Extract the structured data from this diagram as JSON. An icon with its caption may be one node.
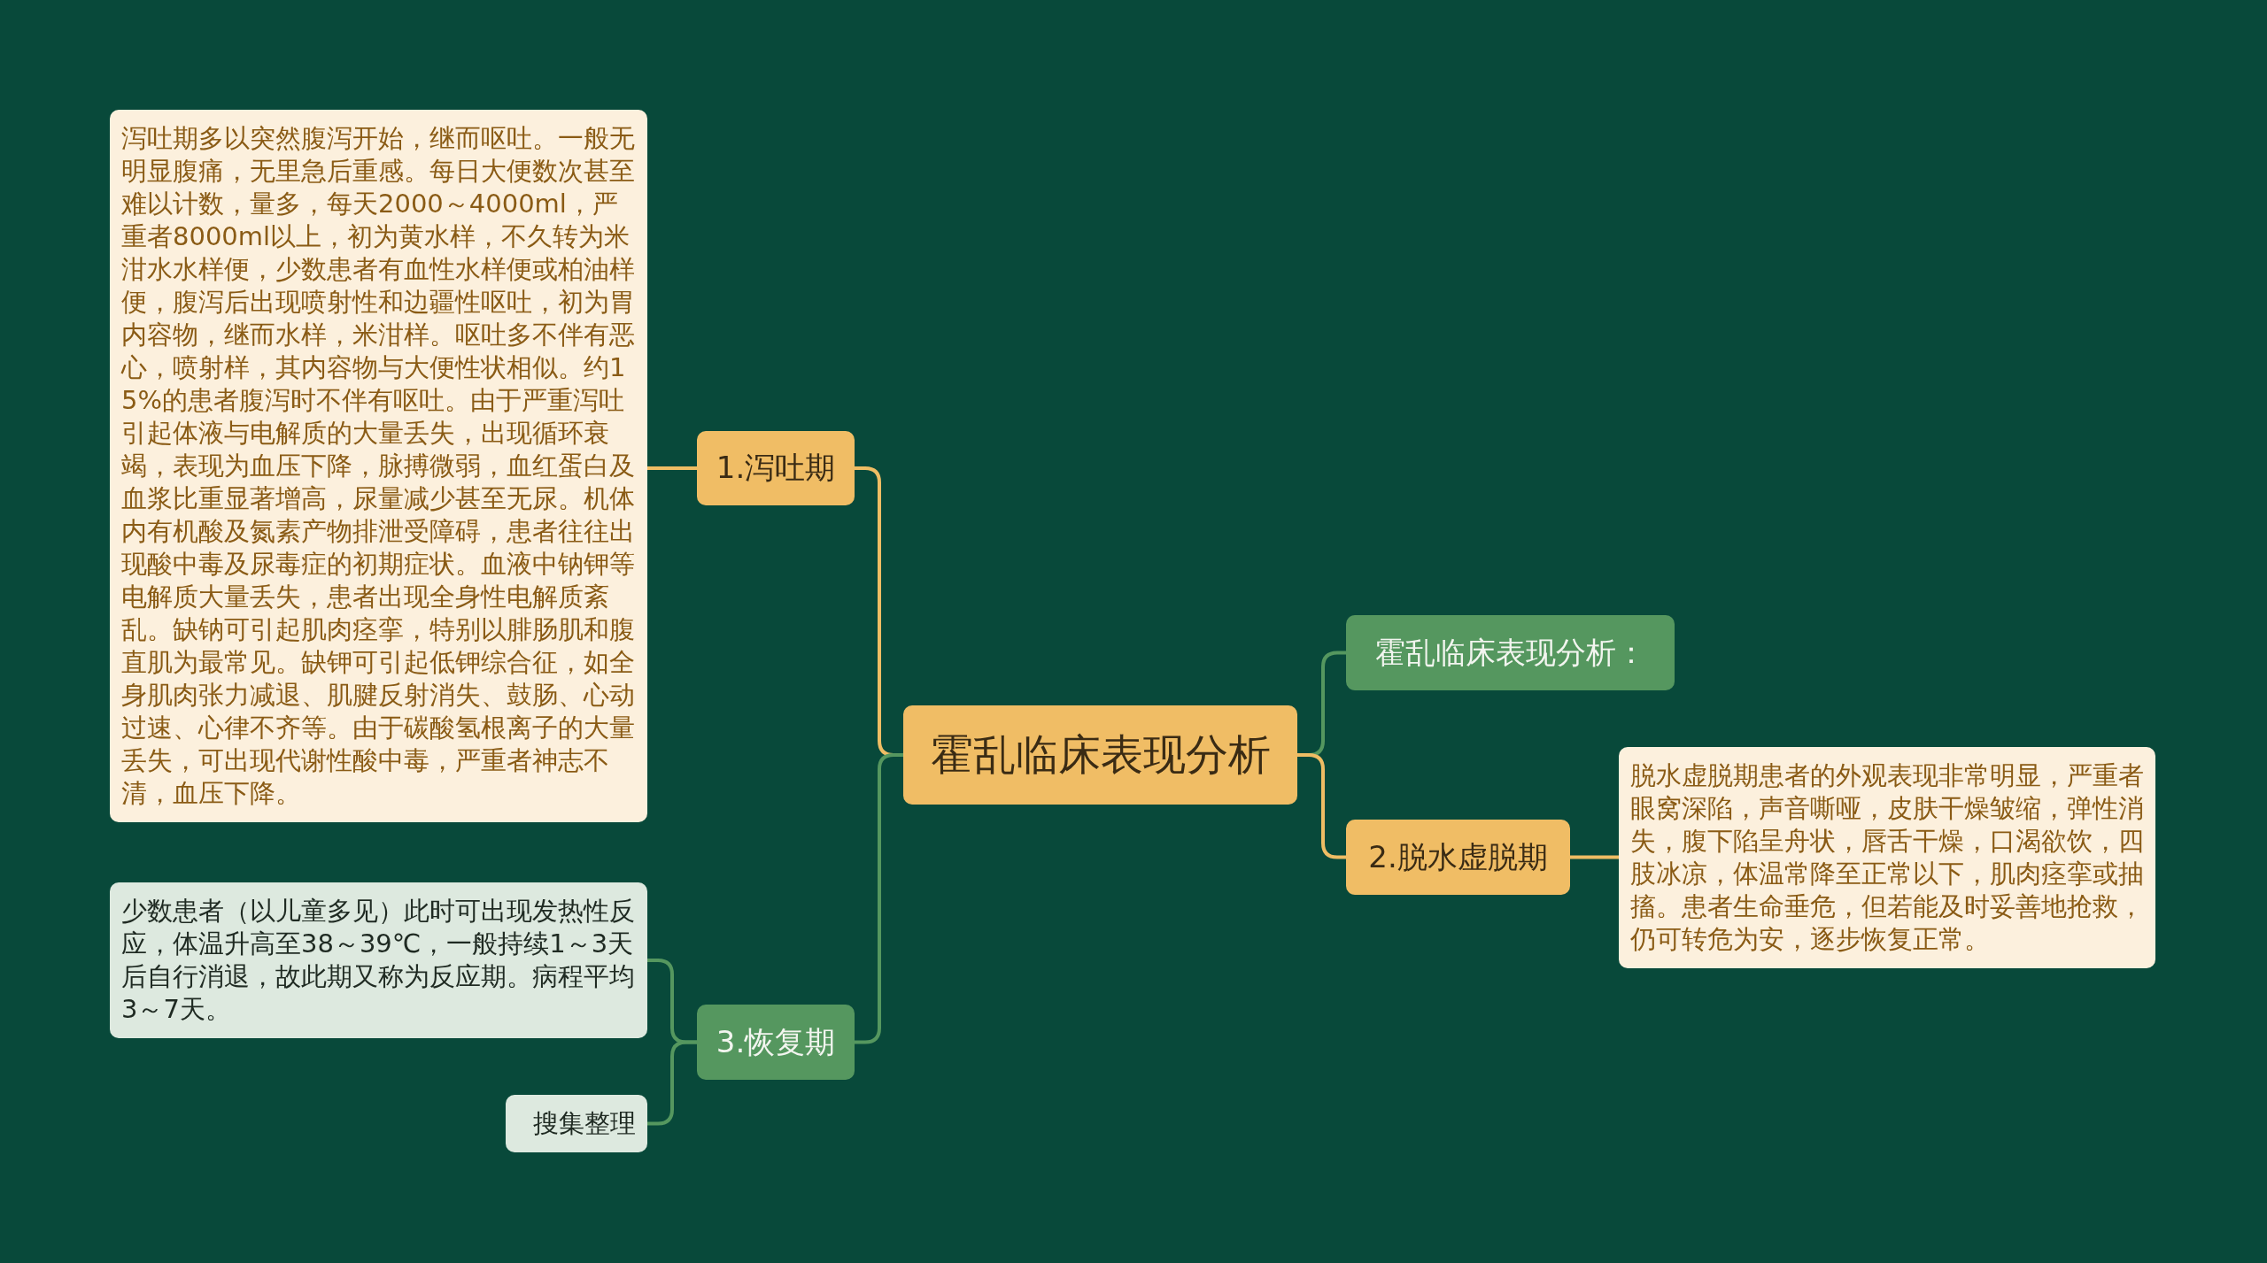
{
  "diagram": {
    "nodes": [
      {
        "text": [
          "霍乱临床表现分析"
        ]
      },
      {
        "text": [
          "1.泻吐期"
        ]
      },
      {
        "text": [
          "泻吐期多以突然腹泻开始，继而呕吐。一般无明显腹痛，无里急后重感。每日大便数次甚至难以计数，量多，每天2000～4000ml，严重者8000ml以上，初为黄水样，不久转为米泔水水样便，少数患者有血性水样便或柏油样便，腹泻后出现喷射性和边疆性呕吐，初为胃内容物，继而水样，米泔样。呕吐多不伴有恶心，喷射样，其内容物与大便性状相似。约15%的患者腹泻时不伴有呕吐。由于严重泻吐引起体液与电解质的大量丢失，出现循环衰竭，表现为血压下降，脉搏微弱，血红蛋白及血浆比重显著增高，尿量减少甚至无尿。机体内有机酸及氮素产物排泄受障碍，患者往往出现酸中毒及尿毒症的初期症状。血液中钠钾等电解质大量丢失，患者出现全身性电解质紊乱。缺钠可引起肌肉痉挛，特别以腓肠肌和腹直肌为最常见。缺钾可引起低钾综合征，如全身肌肉张力减退、肌腱反射消失、鼓肠、心动过速、心律不齐等。由于碳酸氢根离子的大量丢失，可出现代谢性酸中毒，严重者神志不清，血压下降。"
        ]
      },
      {
        "text": [
          "3.恢复期"
        ]
      },
      {
        "text": [
          "少数患者（以儿童多见）此时可出现发热性反应，体温升高至38～39℃，一般持续1～3天后自行消退，故此期又称为反应期。病程平均3～7天。"
        ]
      },
      {
        "text": [
          "搜集整理"
        ]
      },
      {
        "text": [
          "霍乱临床表现分析："
        ]
      },
      {
        "text": [
          "2.脱水虚脱期"
        ]
      },
      {
        "text": [
          "脱水虚脱期患者的外观表现非常明显，严重者眼窝深陷，声音嘶哑，皮肤干燥皱缩，弹性消失，腹下陷呈舟状，唇舌干燥，口渴欲饮，四肢冰凉，体温常降至正常以下，肌肉痉挛或抽搐。患者生命垂危，但若能及时妥善地抢救，仍可转危为安，逐步恢复正常。"
        ]
      }
    ],
    "edges": [
      {
        "from": 0,
        "to": 1,
        "arrow": "none",
        "color": "#efbd64"
      },
      {
        "from": 1,
        "to": 2,
        "arrow": "none",
        "color": "#efbd64"
      },
      {
        "from": 0,
        "to": 3,
        "arrow": "none",
        "color": "#55975f"
      },
      {
        "from": 3,
        "to": 4,
        "arrow": "none",
        "color": "#55975f"
      },
      {
        "from": 3,
        "to": 5,
        "arrow": "none",
        "color": "#55975f"
      },
      {
        "from": 0,
        "to": 6,
        "arrow": "none",
        "color": "#55975f"
      },
      {
        "from": 0,
        "to": 7,
        "arrow": "none",
        "color": "#efbd64"
      },
      {
        "from": 7,
        "to": 8,
        "arrow": "none",
        "color": "#efbd64"
      }
    ]
  }
}
